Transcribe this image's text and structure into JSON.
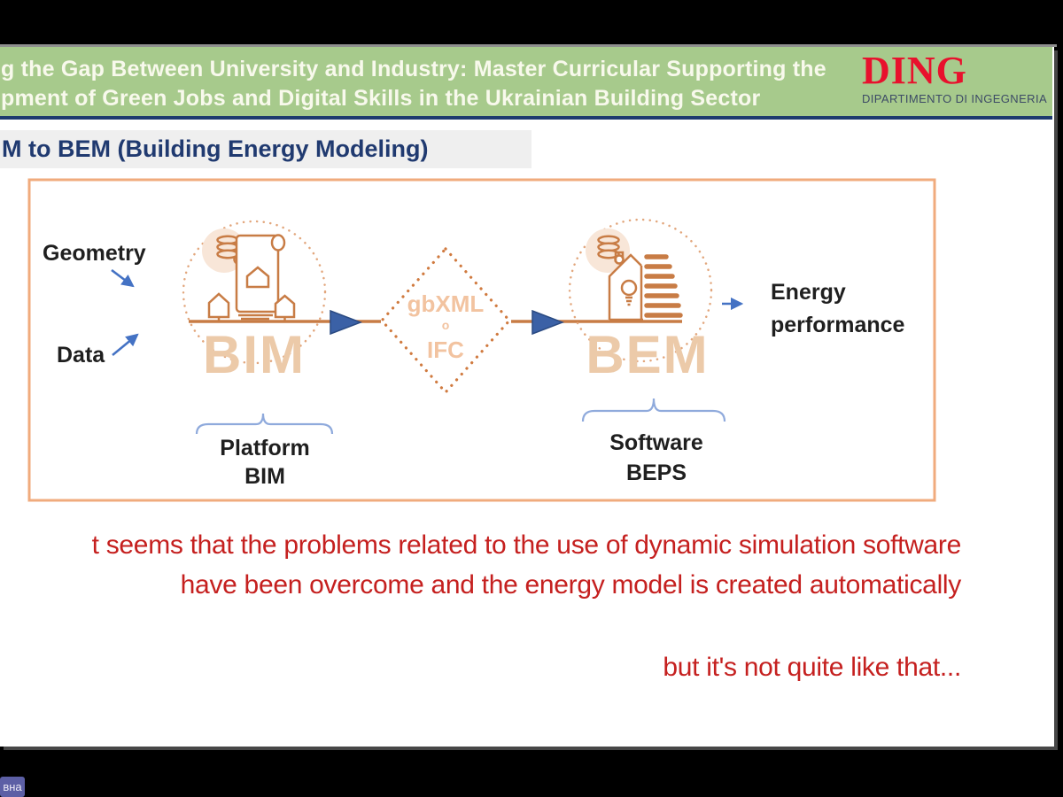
{
  "slide": {
    "header": {
      "title_line1": "g the Gap Between University and Industry: Master Curricular Supporting the",
      "title_line2": "pment of Green Jobs and Digital Skills in the Ukrainian Building Sector",
      "logo": {
        "name": "DING",
        "subtitle": "DIPARTIMENTO DI INGEGNERIA"
      }
    },
    "section_title": "M to BEM (Building Energy Modeling)",
    "diagram": {
      "input_labels": [
        "Geometry",
        "Data"
      ],
      "bim_label": "BIM",
      "exchange": {
        "format1": "gbXML",
        "conjunction": "o",
        "format2": "IFC"
      },
      "bem_label": "BEM",
      "output_label_line1": "Energy",
      "output_label_line2": "performance",
      "bim_caption_line1": "Platform",
      "bim_caption_line2": "BIM",
      "bem_caption_line1": "Software",
      "bem_caption_line2": "BEPS"
    },
    "message": {
      "line1": "t seems that the problems related to the use of dynamic simulation software",
      "line2": "have been overcome and the energy model is created automatically",
      "line3": "but it's not quite like that..."
    },
    "colors": {
      "header_green": "#a7ca8c",
      "accent_navy": "#1e3b6e",
      "logo_red": "#e8112d",
      "diagram_orange": "#c87c45",
      "diagram_peach": "#eccaa9",
      "arrow_blue": "#4472c4",
      "message_red": "#c5201f",
      "badge_purple": "#5c5fa5"
    }
  },
  "overlay": {
    "participant_badge": "вна"
  }
}
